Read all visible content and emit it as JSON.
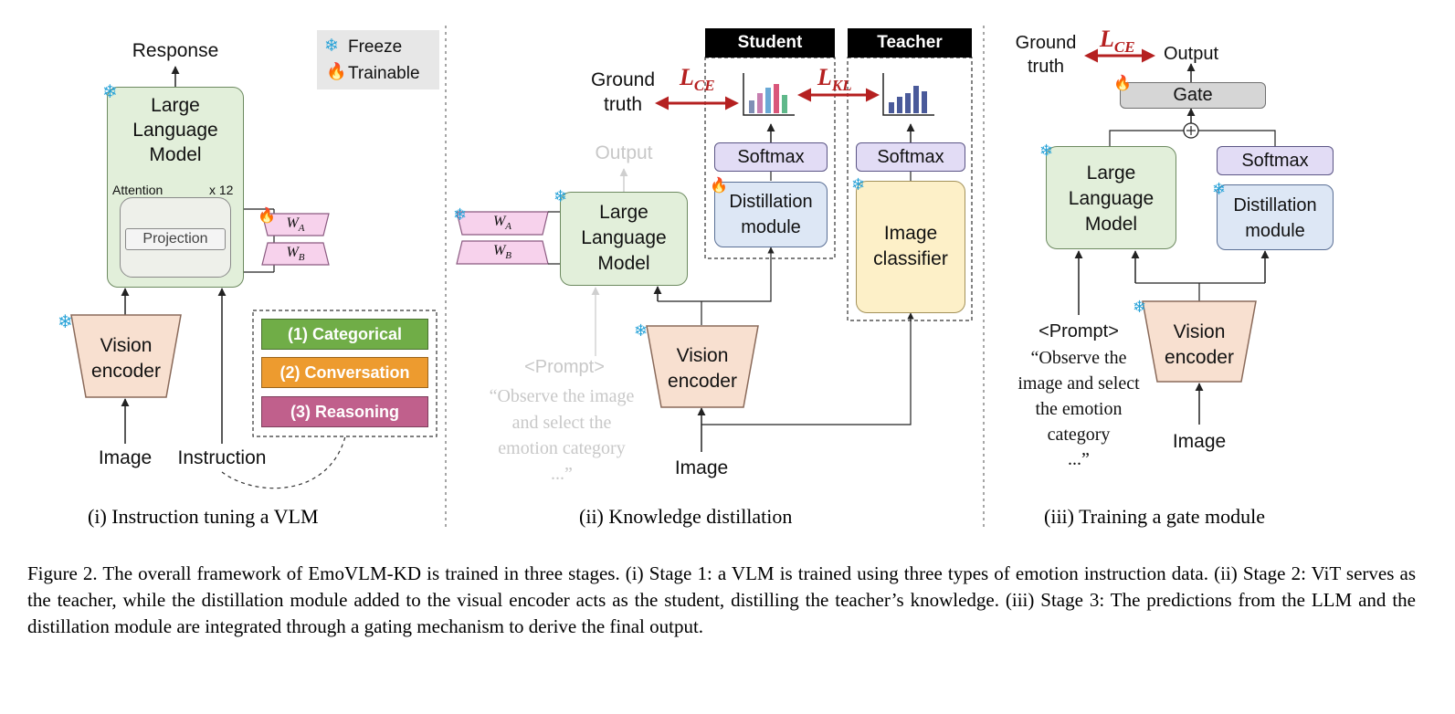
{
  "legend": {
    "freeze": "Freeze",
    "trainable": "Trainable"
  },
  "panel1": {
    "response": "Response",
    "llm": [
      "Large",
      "Language",
      "Model"
    ],
    "attention": "Attention",
    "x12": "x 12",
    "projection": "Projection",
    "wa": "W",
    "wa_sub": "A",
    "wb": "W",
    "wb_sub": "B",
    "vision": [
      "Vision",
      "encoder"
    ],
    "image": "Image",
    "instruction": "Instruction",
    "categories": [
      "(1) Categorical",
      "(2) Conversation",
      "(3) Reasoning"
    ],
    "category_colors": [
      "#70ad47",
      "#ed9b2f",
      "#c0608c"
    ],
    "caption": "(i) Instruction tuning a VLM"
  },
  "panel2": {
    "student": "Student",
    "teacher": "Teacher",
    "ground_truth": [
      "Ground",
      "truth"
    ],
    "lce": "L",
    "lce_sub": "CE",
    "lkl": "L",
    "lkl_sub": "KL",
    "output": "Output",
    "softmax_student": "Softmax",
    "softmax_teacher": "Softmax",
    "distillation": [
      "Distillation",
      "module"
    ],
    "classifier": [
      "Image",
      "classifier"
    ],
    "llm": [
      "Large",
      "Language",
      "Model"
    ],
    "wa": "W",
    "wa_sub": "A",
    "wb": "W",
    "wb_sub": "B",
    "prompt": "<Prompt>",
    "prompt_text": [
      "“Observe the image",
      "and select the",
      "emotion category",
      "...”"
    ],
    "vision": [
      "Vision",
      "encoder"
    ],
    "image": "Image",
    "caption": "(ii) Knowledge distillation"
  },
  "panel3": {
    "ground_truth": [
      "Ground",
      "truth"
    ],
    "lce": "L",
    "lce_sub": "CE",
    "output": "Output",
    "gate": "Gate",
    "llm": [
      "Large",
      "Language",
      "Model"
    ],
    "softmax": "Softmax",
    "distillation": [
      "Distillation",
      "module"
    ],
    "prompt": "<Prompt>",
    "prompt_text": [
      "“Observe the",
      "image and select",
      "the emotion",
      "category",
      "...”"
    ],
    "vision": [
      "Vision",
      "encoder"
    ],
    "image": "Image",
    "caption": "(iii) Training a gate module"
  },
  "figure_caption": "Figure 2. The overall framework of EmoVLM-KD is trained in three stages. (i) Stage 1: a VLM is trained using three types of emotion instruction data. (ii) Stage 2: ViT serves as the teacher, while the distillation module added to the visual encoder acts as the student, distilling the teacher’s knowledge. (iii) Stage 3: The predictions from the LLM and the distillation module are integrated through a gating mechanism to derive the final output.",
  "colors": {
    "arrow_red": "#b52020",
    "student_bars": [
      "#7f8fb5",
      "#c77fb0",
      "#6aa9d6",
      "#d9567a",
      "#5fb88a"
    ],
    "teacher_bars": "#4a5a9a"
  }
}
